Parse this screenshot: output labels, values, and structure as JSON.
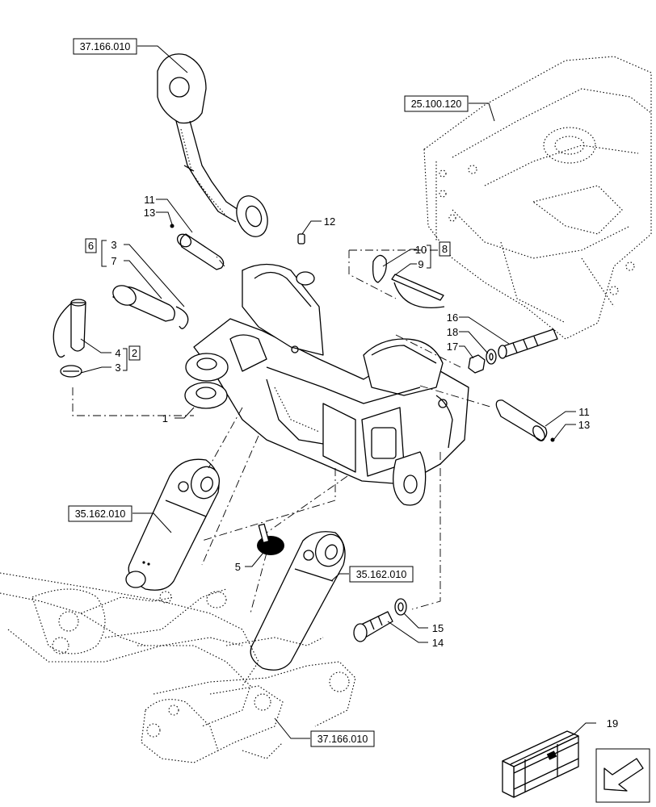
{
  "references": [
    {
      "id": "ref-top-left",
      "text": "37.166.010"
    },
    {
      "id": "ref-top-right",
      "text": "25.100.120"
    },
    {
      "id": "ref-mid-left",
      "text": "35.162.010"
    },
    {
      "id": "ref-mid-right",
      "text": "35.162.010"
    },
    {
      "id": "ref-bottom",
      "text": "37.166.010"
    }
  ],
  "callouts": {
    "c1": "1",
    "c2": "2",
    "c3a": "3",
    "c3b": "3",
    "c4": "4",
    "c5": "5",
    "c6": "6",
    "c7": "7",
    "c8": "8",
    "c9": "9",
    "c10": "10",
    "c11a": "11",
    "c11b": "11",
    "c12": "12",
    "c13a": "13",
    "c13b": "13",
    "c14": "14",
    "c15": "15",
    "c16": "16",
    "c17": "17",
    "c18": "18",
    "c19": "19"
  },
  "icons": {
    "kit_box": "kit-box-icon",
    "navigation": "navigation-arrow-icon"
  }
}
